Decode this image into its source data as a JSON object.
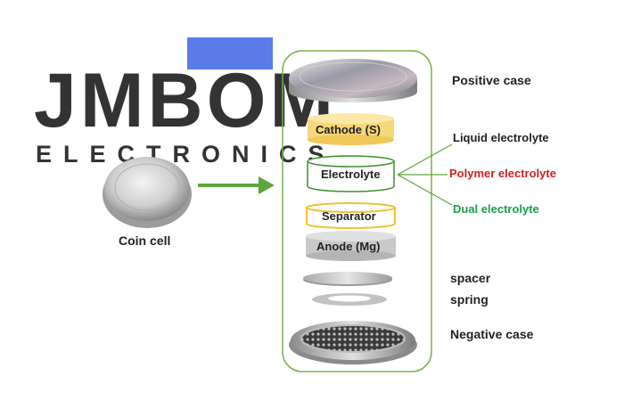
{
  "logo": {
    "name": "JMBOM",
    "subtitle": "ELECTRONICS",
    "accent_color": "#5b7be9",
    "text_color": "#333333"
  },
  "coin_cell": {
    "label": "Coin cell"
  },
  "layers": {
    "cathode": "Cathode (S)",
    "electrolyte": "Electrolyte",
    "separator": "Separator",
    "anode": "Anode (Mg)"
  },
  "right_labels": {
    "positive_case": "Positive case",
    "spacer": "spacer",
    "spring": "spring",
    "negative_case": "Negative case"
  },
  "electrolyte_types": [
    {
      "label": "Liquid electrolyte",
      "color": "#222222"
    },
    {
      "label": "Polymer electrolyte",
      "color": "#d11f1f"
    },
    {
      "label": "Dual electrolyte",
      "color": "#1aa04a"
    }
  ],
  "colors": {
    "frame": "#78b04a",
    "arrow": "#5ea63a",
    "cathode_fill": "#f6d77a",
    "separator_border": "#f1c232",
    "anode_fill": "#c9c9c9"
  }
}
